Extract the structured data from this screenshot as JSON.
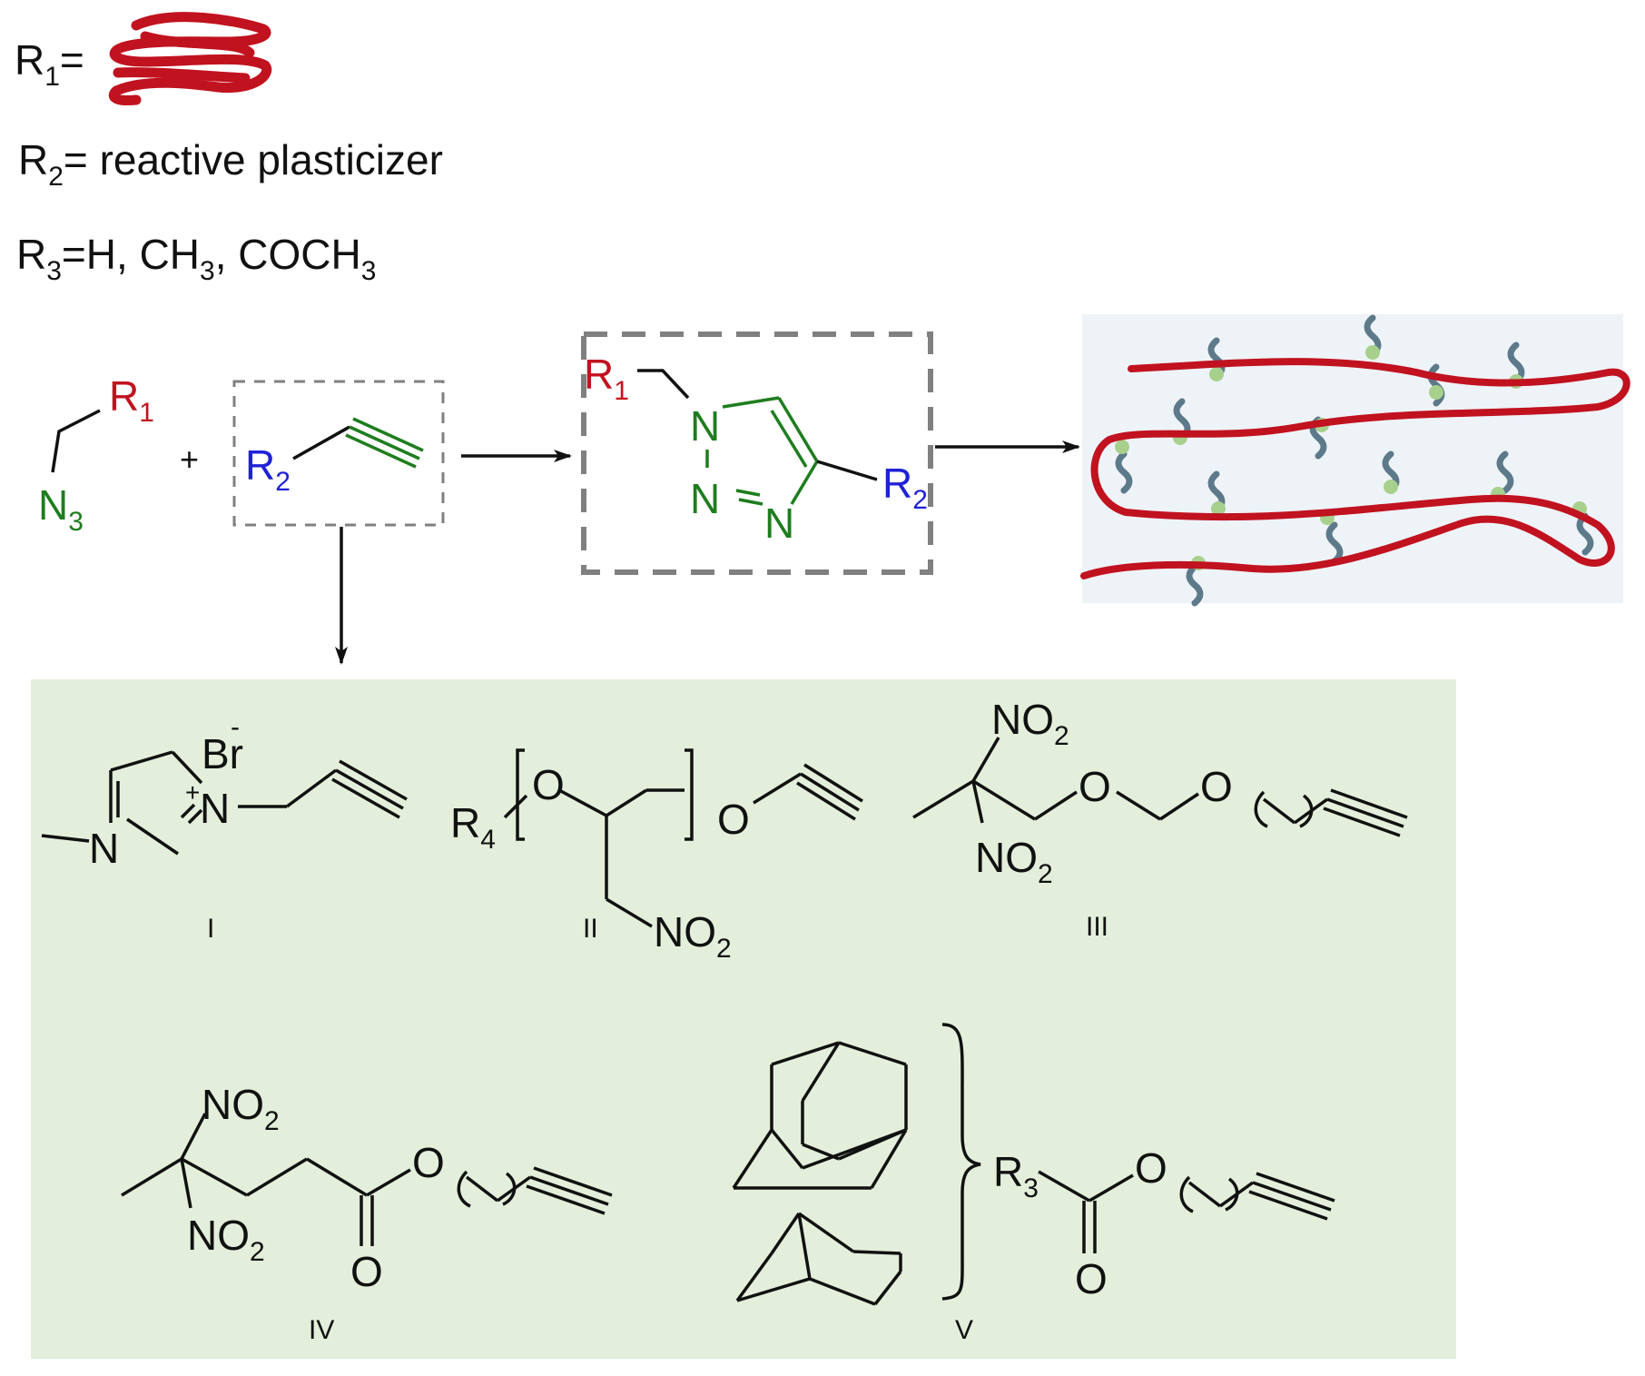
{
  "colors": {
    "black": "#111111",
    "red": "#c1121f",
    "green": "#1e7d1e",
    "blue": "#1f22d6",
    "gray_dash": "#808080",
    "panel_green": "#e3efdb",
    "polymer_panel": "#eef3f8",
    "side_chain": "#5d7a8a",
    "side_chain_dot": "#a8d08d"
  },
  "legend": {
    "r1": {
      "label": "R",
      "sub": "1",
      "eq": "=",
      "icon": "red-polymer-squiggle-icon"
    },
    "r2": {
      "label": "R",
      "sub": "2",
      "text": "= reactive plasticizer"
    },
    "r3": {
      "label": "R",
      "sub": "3",
      "p1": "=H, CH",
      "s1": "3",
      "p2": ", COCH",
      "s2": "3"
    }
  },
  "scheme": {
    "plus": "+",
    "azide": {
      "r_label": "R",
      "r_sub": "1",
      "n_label": "N",
      "n_sub": "3"
    },
    "alkyne": {
      "r_label": "R",
      "r_sub": "2"
    },
    "triazole": {
      "r1_label": "R",
      "r1_sub": "1",
      "r2_label": "R",
      "r2_sub": "2",
      "n1": "N",
      "n2": "N",
      "n3": "N"
    },
    "polymer_network_icon": "crosslinked-polymer-network-icon"
  },
  "plasticizers": {
    "c1": {
      "br": "Br",
      "br_charge": "-",
      "plus": "+",
      "n1": "N",
      "n2": "N",
      "label": "I"
    },
    "c2": {
      "r_label": "R",
      "r_sub": "4",
      "o1": "O",
      "o2": "O",
      "no2": "NO",
      "no2_sub": "2",
      "label": "II"
    },
    "c3": {
      "no2_top": "NO",
      "no2_top_sub": "2",
      "no2_bottom": "NO",
      "no2_bottom_sub": "2",
      "o1": "O",
      "o2": "O",
      "label": "III"
    },
    "c4": {
      "no2_top": "NO",
      "no2_top_sub": "2",
      "no2_bottom": "NO",
      "no2_bottom_sub": "2",
      "o_ester": "O",
      "o_carbonyl": "O",
      "label": "IV"
    },
    "c5": {
      "r_label": "R",
      "r_sub": "3",
      "o_ester": "O",
      "o_carbonyl": "O",
      "label": "V"
    }
  }
}
